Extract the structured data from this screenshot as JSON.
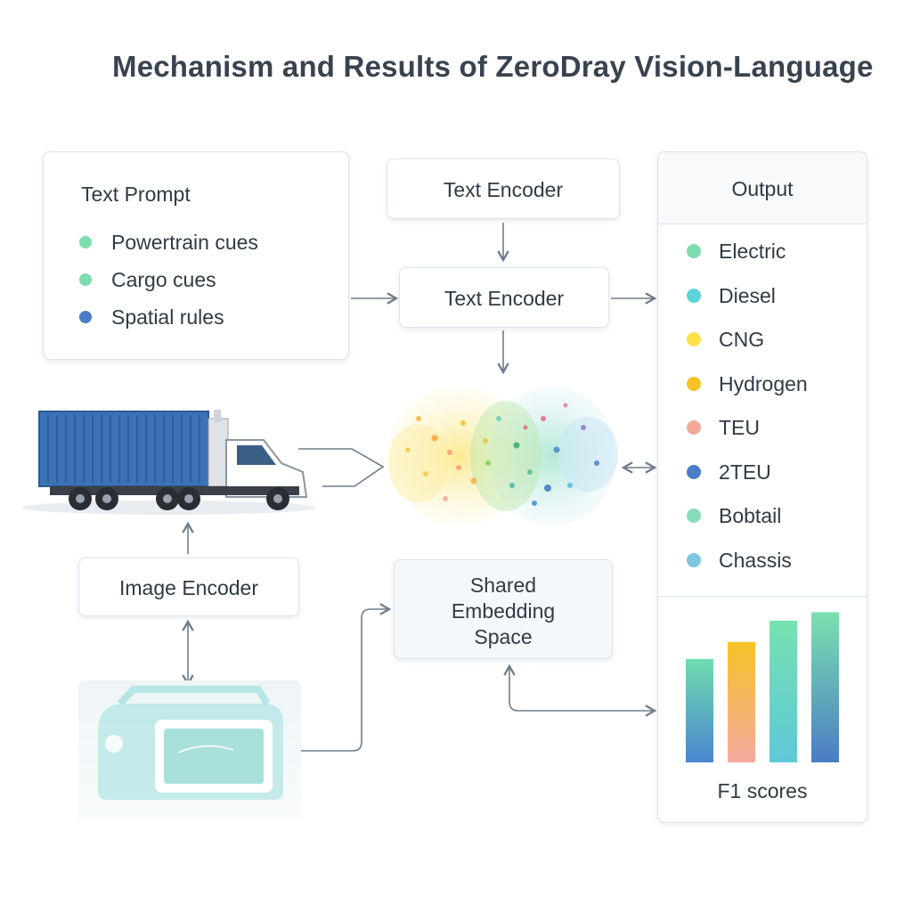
{
  "title": "Mechanism and Results of ZeroDray Vision-Language",
  "text_prompt": {
    "title": "Text Prompt",
    "items": [
      {
        "label": "Powertrain cues",
        "color": "#7ddcb0"
      },
      {
        "label": "Cargo cues",
        "color": "#7ddcb0"
      },
      {
        "label": "Spatial rules",
        "color": "#4a7dc4"
      }
    ]
  },
  "text_encoder_top": "Text Encoder",
  "text_encoder_mid": "Text Encoder",
  "image_encoder": "Image Encoder",
  "shared_space": {
    "line1": "Shared",
    "line2": "Embedding",
    "line3": "Space"
  },
  "output": {
    "title": "Output",
    "items": [
      {
        "label": "Electric",
        "color": "#7ddcb0"
      },
      {
        "label": "Diesel",
        "color": "#5dd3d8"
      },
      {
        "label": "CNG",
        "color": "#fbe04a"
      },
      {
        "label": "Hydrogen",
        "color": "#f7c325"
      },
      {
        "label": "TEU",
        "color": "#f3a89a"
      },
      {
        "label": "2TEU",
        "color": "#4a7dc4"
      },
      {
        "label": "Bobtail",
        "color": "#86dcb8"
      },
      {
        "label": "Chassis",
        "color": "#7ec6e0"
      }
    ]
  },
  "chart_data": {
    "type": "bar",
    "xlabel": "F1 scores",
    "categories": [
      "",
      "",
      "",
      ""
    ],
    "values": [
      0.73,
      0.85,
      1.0,
      1.06
    ],
    "ylim": [
      0,
      1.1
    ]
  }
}
